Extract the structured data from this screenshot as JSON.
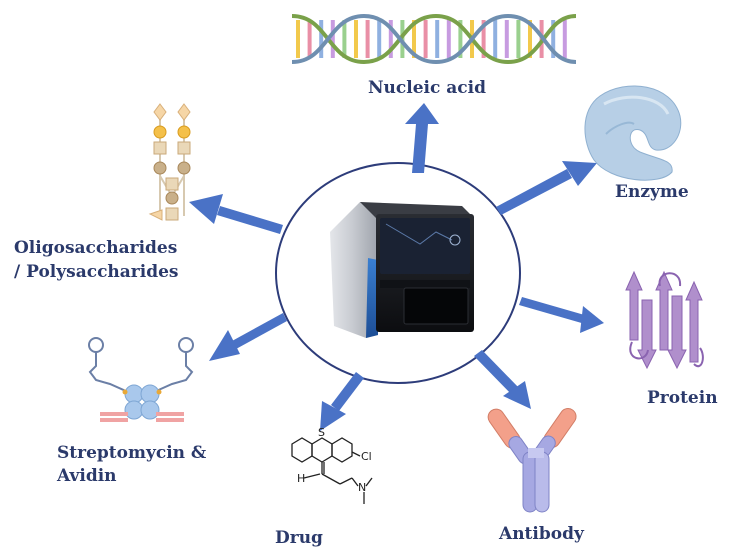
{
  "labels": {
    "nucleic_acid": "Nucleic acid",
    "enzyme": "Enzyme",
    "protein": "Protein",
    "antibody": "Antibody",
    "drug": "Drug",
    "streptomycin_line1": "Streptomycin &",
    "streptomycin_line2": "Avidin",
    "oligo_line1": "Oligosaccharides",
    "oligo_line2": "/ Polysaccharides"
  },
  "drug_structure": {
    "atom_s": "S",
    "atom_cl": "Cl",
    "atom_h": "H",
    "atom_n": "N"
  },
  "colors": {
    "arrow": "#4a72c6",
    "circle_stroke": "#2d3c7a",
    "label_text": "#2b3a6b"
  }
}
